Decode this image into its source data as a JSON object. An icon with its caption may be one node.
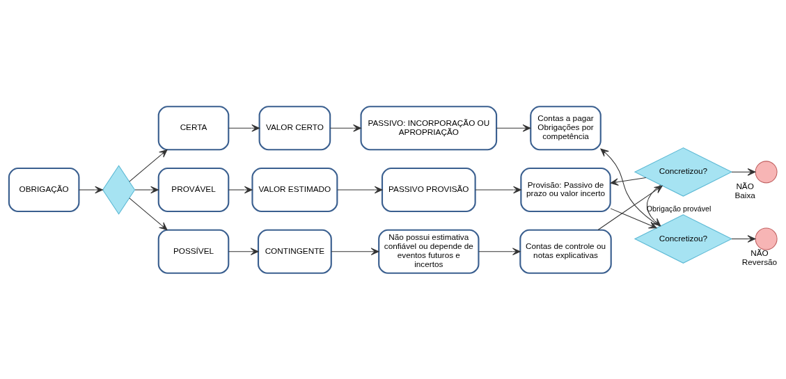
{
  "diagram": {
    "nodes": [
      {
        "text": [
          "OBRIGAÇÃO"
        ]
      },
      {
        "text": [],
        "shape": "diamond"
      },
      {
        "text": [
          "CERTA"
        ]
      },
      {
        "text": [
          "VALOR CERTO"
        ]
      },
      {
        "text": [
          "PASSIVO: INCORPORAÇÃO OU APROPRIAÇÃO"
        ]
      },
      {
        "text": [
          "Contas a pagar Obrigações por competência"
        ]
      },
      {
        "text": [
          "PROVÁVEL"
        ]
      },
      {
        "text": [
          "VALOR ESTIMADO"
        ]
      },
      {
        "text": [
          "PASSIVO PROVISÃO"
        ]
      },
      {
        "text": [
          "Provisão: Passivo de prazo ou valor incerto"
        ]
      },
      {
        "text": [
          "Concretizou?"
        ]
      },
      {
        "text": [],
        "shape": "circle",
        "beside": [
          "NÃO",
          "Reversão"
        ]
      },
      {
        "text": [
          "POSSÍVEL"
        ]
      },
      {
        "text": [
          "CONTINGENTE"
        ]
      },
      {
        "text": [
          "Não possui estimativa confiável ou depende de eventos futuros e incertos"
        ]
      },
      {
        "text": [
          "Contas de controle ou notas explicativas"
        ]
      },
      {
        "text": [
          "Concretizou?"
        ]
      },
      {
        "text": [],
        "shape": "circle",
        "beside": [
          "NÃO",
          "Baixa"
        ]
      }
    ],
    "edges": [
      {
        "from": 0,
        "to": 1,
        "arrow": "to"
      },
      {
        "from": 1,
        "to": 2,
        "arrow": "to"
      },
      {
        "from": 1,
        "to": 6,
        "arrow": "to"
      },
      {
        "from": 1,
        "to": 12,
        "arrow": "to"
      },
      {
        "from": 2,
        "to": 3,
        "arrow": "to"
      },
      {
        "from": 3,
        "to": 4,
        "arrow": "to"
      },
      {
        "from": 4,
        "to": 5,
        "arrow": "to"
      },
      {
        "from": 6,
        "to": 7,
        "arrow": "to"
      },
      {
        "from": 7,
        "to": 8,
        "arrow": "to"
      },
      {
        "from": 8,
        "to": 9,
        "arrow": "to"
      },
      {
        "from": 9,
        "to": 10,
        "arrow": "to"
      },
      {
        "from": 10,
        "to": 11,
        "arrow": "to"
      },
      {
        "from": 10,
        "to": 5,
        "arrow": "to"
      },
      {
        "from": 12,
        "to": 13,
        "arrow": "to"
      },
      {
        "from": 13,
        "to": 14,
        "arrow": "to"
      },
      {
        "from": 14,
        "to": 15,
        "arrow": "to"
      },
      {
        "from": 15,
        "to": 16,
        "arrow": "to"
      },
      {
        "from": 16,
        "to": 17,
        "arrow": "to"
      },
      {
        "from": 16,
        "to": 10,
        "arrow": "to",
        "label": "Obrigação provável"
      },
      {
        "from": 16,
        "to": 9,
        "arrow": "to"
      }
    ]
  }
}
